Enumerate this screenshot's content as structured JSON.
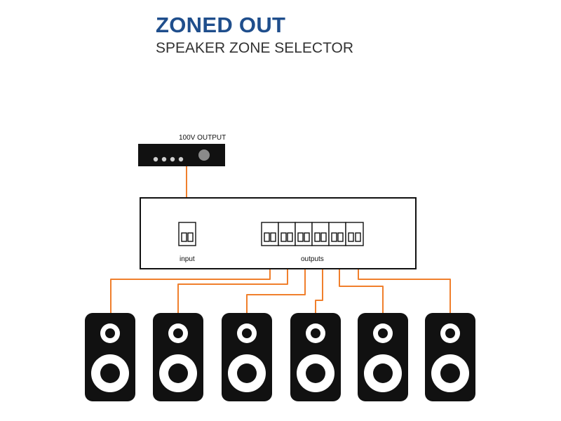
{
  "header": {
    "title": "ZONED OUT",
    "subtitle": "SPEAKER ZONE SELECTOR"
  },
  "amplifier": {
    "label": "100V OUTPUT"
  },
  "selector": {
    "input_label": "input",
    "outputs_label": "outputs"
  },
  "colors": {
    "title": "#1f4e8c",
    "wire": "#f07f2c",
    "device": "#111111"
  },
  "speaker_count": 6
}
